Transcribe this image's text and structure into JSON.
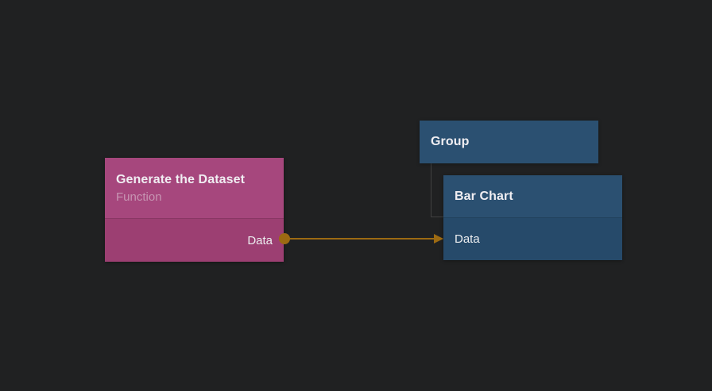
{
  "canvas": {
    "background_color": "#202122"
  },
  "nodes": {
    "generate_dataset": {
      "title": "Generate the Dataset",
      "subtitle": "Function",
      "header_color": "#a6477d",
      "body_color": "#9c3f72",
      "subtitle_color": "#c795b3",
      "output_ports": [
        {
          "label": "Data"
        }
      ]
    },
    "group": {
      "title": "Group",
      "header_color": "#2b5071"
    },
    "bar_chart": {
      "title": "Bar Chart",
      "header_color": "#2b5071",
      "body_color": "#264a6a",
      "input_ports": [
        {
          "label": "Data"
        }
      ]
    }
  },
  "connection": {
    "from_node": "Generate the Dataset",
    "from_port": "Data",
    "to_node": "Bar Chart",
    "to_port": "Data",
    "color": "#9c6a12"
  },
  "group_link": {
    "parent": "Group",
    "child": "Bar Chart",
    "color": "#414141"
  }
}
